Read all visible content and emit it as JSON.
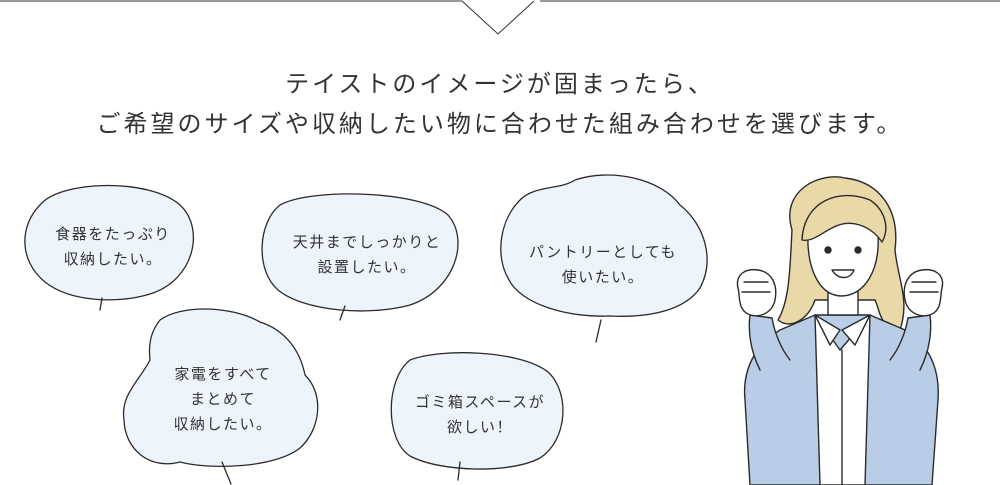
{
  "heading": {
    "line1": "テイストのイメージが固まったら、",
    "line2": "ご希望のサイズや収納したい物に合わせた組み合わせを選びます。"
  },
  "bubbles": [
    {
      "line1": "食器をたっぷり",
      "line2": "収納したい。"
    },
    {
      "line1": "天井までしっかりと",
      "line2": "設置したい。"
    },
    {
      "line1": "パントリーとしても",
      "line2": "使いたい。"
    },
    {
      "line1": "家電をすべて",
      "line2": "まとめて",
      "line3": "収納したい。"
    },
    {
      "line1": "ゴミ箱スペースが",
      "line2": "欲しい！"
    }
  ],
  "colors": {
    "bubble_fill": "#eef4fb",
    "outline": "#2b2b2b",
    "cardigan": "#b9cde6",
    "hair": "#ead9a8"
  }
}
